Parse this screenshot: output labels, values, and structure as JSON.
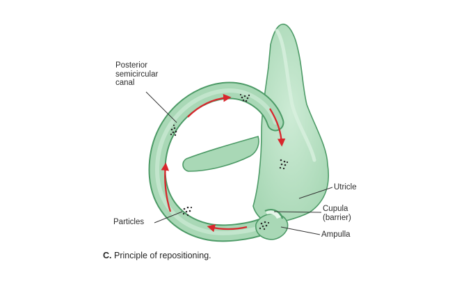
{
  "labels": {
    "posterior": [
      "Posterior",
      "semicircular",
      "canal"
    ],
    "particles": "Particles",
    "utricle": "Utricle",
    "cupula": "Cupula",
    "cupula_note": "(barrier)",
    "ampulla": "Ampulla"
  },
  "caption": {
    "letter": "C.",
    "text": "Principle of repositioning."
  },
  "colors": {
    "membrane_fill": "#a9d8b6",
    "membrane_light": "#cdebd5",
    "membrane_outline": "#4c9a66",
    "arrow": "#d8262c",
    "particles": "#2a2a2a",
    "leader_line": "#333333"
  }
}
